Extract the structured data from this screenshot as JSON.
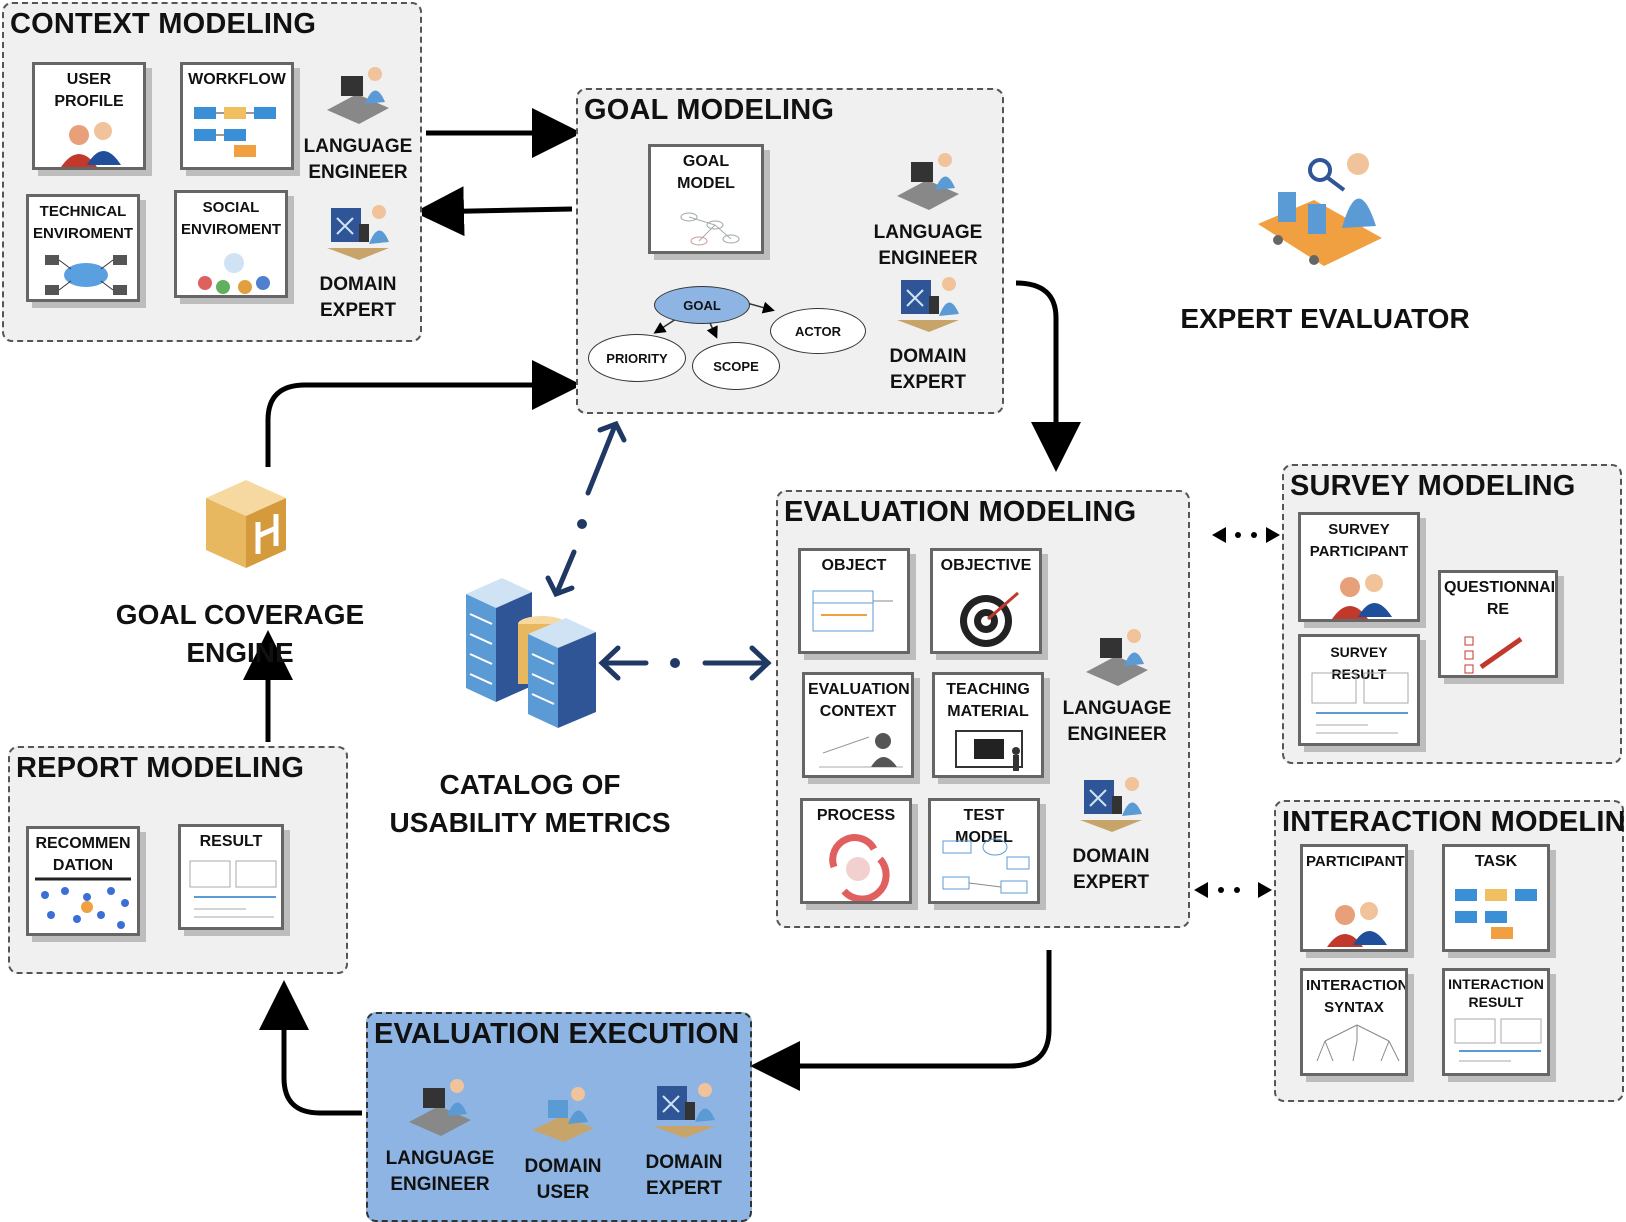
{
  "panels": {
    "context": {
      "title": "CONTEXT MODELING",
      "cards": {
        "user_profile": "USER\nPROFILE",
        "workflow": "WORKFLOW",
        "technical": "TECHNICAL\nENVIROMENT",
        "social": "SOCIAL\nENVIROMENT"
      },
      "roles": {
        "language_engineer": "LANGUAGE\nENGINEER",
        "domain_expert": "DOMAIN\nEXPERT"
      }
    },
    "goal": {
      "title": "GOAL MODELING",
      "cards": {
        "goal_model": "GOAL\nMODEL"
      },
      "roles": {
        "language_engineer": "LANGUAGE\nENGINEER",
        "domain_expert": "DOMAIN\nEXPERT"
      },
      "graph": {
        "goal": "GOAL",
        "actor": "ACTOR",
        "priority": "PRIORITY",
        "scope": "SCOPE"
      }
    },
    "evaluation": {
      "title": "EVALUATION MODELING",
      "cards": {
        "object": "OBJECT",
        "objective": "OBJECTIVE",
        "evaluation_context": "EVALUATION\nCONTEXT",
        "teaching_material": "TEACHING\nMATERIAL",
        "process": "PROCESS",
        "test_model": "TEST MODEL"
      },
      "roles": {
        "language_engineer": "LANGUAGE\nENGINEER",
        "domain_expert": "DOMAIN\nEXPERT"
      }
    },
    "survey": {
      "title": "SURVEY MODELING",
      "cards": {
        "participant": "SURVEY\nPARTICIPANT",
        "questionnaire": "QUESTIONNAI\nRE",
        "result": "SURVEY RESULT"
      }
    },
    "interaction": {
      "title": "INTERACTION MODELING",
      "cards": {
        "participant": "PARTICIPANT",
        "task": "TASK",
        "syntax": "INTERACTION\nSYNTAX",
        "result": "INTERACTION\nRESULT"
      }
    },
    "report": {
      "title": "REPORT MODELING",
      "cards": {
        "recommendation": "RECOMMEN\nDATION",
        "result": "RESULT"
      }
    },
    "execution": {
      "title": "EVALUATION EXECUTION",
      "roles": {
        "language_engineer": "LANGUAGE\nENGINEER",
        "domain_user": "DOMAIN\nUSER",
        "domain_expert": "DOMAIN\nEXPERT"
      }
    }
  },
  "labels": {
    "expert_evaluator": "EXPERT EVALUATOR",
    "goal_coverage_engine": "GOAL COVERAGE ENGINE",
    "catalog": "CATALOG OF\nUSABILITY METRICS"
  },
  "colors": {
    "panel_bg": "#f0f0f0",
    "execution_bg": "#8eb4e3",
    "arrow": "#000000",
    "dotted_arrow": "#1f3864",
    "goal_node": "#8eb4e3"
  }
}
